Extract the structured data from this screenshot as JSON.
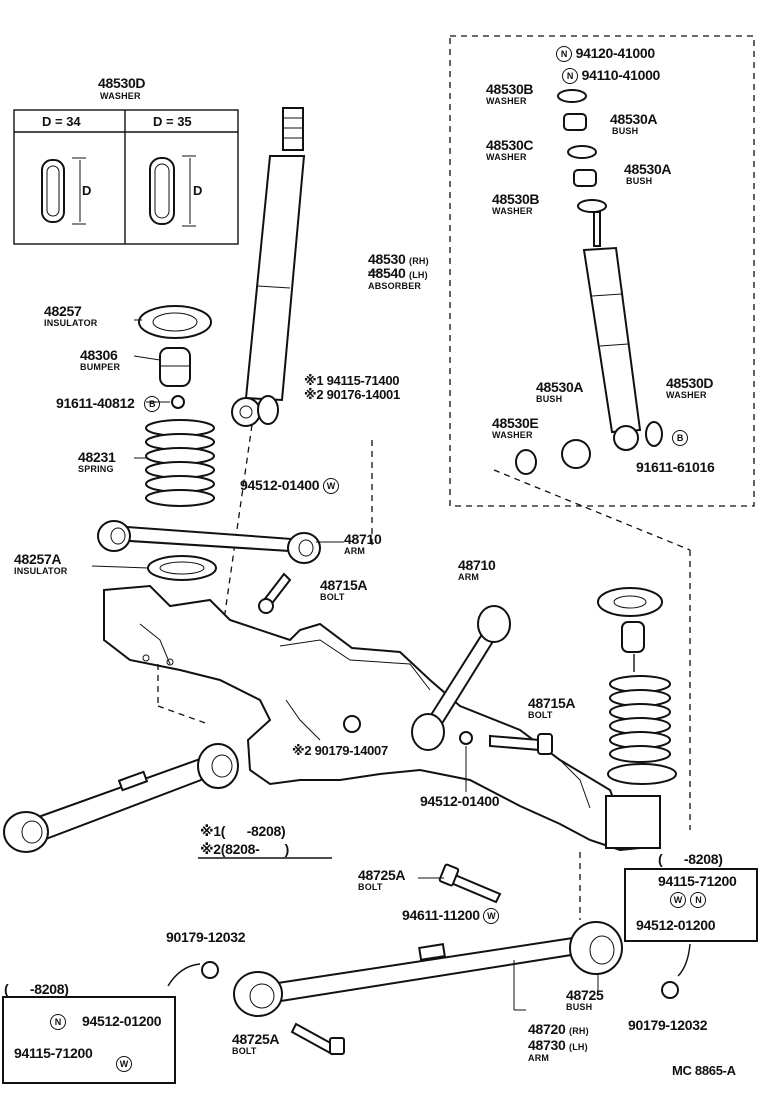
{
  "labels": {
    "washer_d_top": {
      "part": "48530D",
      "name": "WASHER"
    },
    "d_table": {
      "col1": "D = 34",
      "col2": "D = 35",
      "dim": "D"
    },
    "n_nut_1": "94120-41000",
    "n_nut_2": "94110-41000",
    "washer_b_top": {
      "part": "48530B",
      "name": "WASHER"
    },
    "bush_a_1": {
      "part": "48530A",
      "name": "BUSH"
    },
    "washer_c": {
      "part": "48530C",
      "name": "WASHER"
    },
    "bush_a_2": {
      "part": "48530A",
      "name": "BUSH"
    },
    "washer_b_2": {
      "part": "48530B",
      "name": "WASHER"
    },
    "absorber": {
      "part_rh": "48530",
      "rh": "(RH)",
      "part_lh": "48540",
      "lh": "(LH)",
      "name": "ABSORBER"
    },
    "insulator": {
      "part": "48257",
      "name": "INSULATOR"
    },
    "bumper": {
      "part": "48306",
      "name": "BUMPER"
    },
    "bolt_b": "91611-40812",
    "note_nut": {
      "n1": "※1 94115-71400",
      "n2": "※2 90176-14001"
    },
    "spring": {
      "part": "48231",
      "name": "SPRING"
    },
    "washer_w_1": "94512-01400",
    "bush_a_3": {
      "part": "48530A",
      "name": "BUSH"
    },
    "washer_d_2": {
      "part": "48530D",
      "name": "WASHER"
    },
    "washer_e": {
      "part": "48530E",
      "name": "WASHER"
    },
    "bolt_b_2": "91611-61016",
    "arm_1": {
      "part": "48710",
      "name": "ARM"
    },
    "insulator_a": {
      "part": "48257A",
      "name": "INSULATOR"
    },
    "bolt_a_1": {
      "part": "48715A",
      "name": "BOLT"
    },
    "arm_2": {
      "part": "48710",
      "name": "ARM"
    },
    "bolt_a_2": {
      "part": "48715A",
      "name": "BOLT"
    },
    "nut_2": "※2 90179-14007",
    "washer_w_2": "94512-01400",
    "legend": {
      "l1": "※1(      -8208)",
      "l2": "※2(8208-       )"
    },
    "bolt_725a_1": {
      "part": "48725A",
      "name": "BOLT"
    },
    "bolt_611": "94611-11200",
    "box_right": {
      "head": "(      -8208)",
      "p1": "94115-71200",
      "p2": "94512-01200"
    },
    "nut_179_1": "90179-12032",
    "box_left": {
      "head": "(      -8208)",
      "p1": "94512-01200",
      "p2": "94115-71200"
    },
    "bush_725": {
      "part": "48725",
      "name": "BUSH"
    },
    "arm_720": {
      "part_rh": "48720",
      "rh": "(RH)",
      "part_lh": "48730",
      "lh": "(LH)",
      "name": "ARM"
    },
    "bolt_725a_2": {
      "part": "48725A",
      "name": "BOLT"
    },
    "nut_179_2": "90179-12032",
    "code": "MC 8865-A",
    "sym_n": "N",
    "sym_w": "W",
    "sym_b": "B"
  }
}
